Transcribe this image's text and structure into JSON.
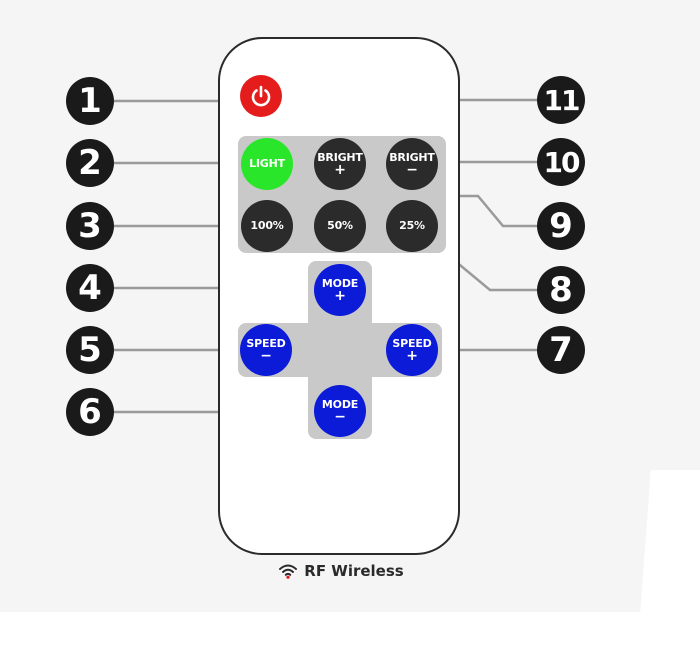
{
  "callouts": [
    "1",
    "2",
    "3",
    "4",
    "5",
    "6",
    "7",
    "8",
    "9",
    "10",
    "11"
  ],
  "buttons": {
    "power": {
      "label": ""
    },
    "light": {
      "label": "LIGHT"
    },
    "bright_up": {
      "label": "BRIGHT",
      "sym": "+"
    },
    "bright_down": {
      "label": "BRIGHT",
      "sym": "−"
    },
    "p100": {
      "label": "100%"
    },
    "p50": {
      "label": "50%"
    },
    "p25": {
      "label": "25%"
    },
    "mode_up": {
      "label": "MODE",
      "sym": "+"
    },
    "mode_down": {
      "label": "MODE",
      "sym": "−"
    },
    "speed_down": {
      "label": "SPEED",
      "sym": "−"
    },
    "speed_up": {
      "label": "SPEED",
      "sym": "+"
    }
  },
  "brand": {
    "text": "RF Wireless",
    "icon": "wifi-icon"
  },
  "colors": {
    "power": "#e41c1c",
    "light": "#2ae62a",
    "dark_button": "#2b2b2b",
    "blue_button": "#0b1bd8",
    "panel": "#c9c9c9",
    "callout": "#1a1a1a"
  }
}
